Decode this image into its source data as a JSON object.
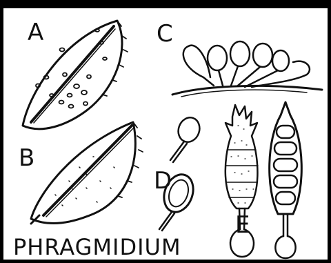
{
  "figure": {
    "title": "PHRAGMIDIUM",
    "panels": [
      "A",
      "B",
      "C",
      "D",
      "E"
    ]
  },
  "colors": {
    "ink": "#111111",
    "paper": "#ffffff",
    "frame": "#000000"
  }
}
